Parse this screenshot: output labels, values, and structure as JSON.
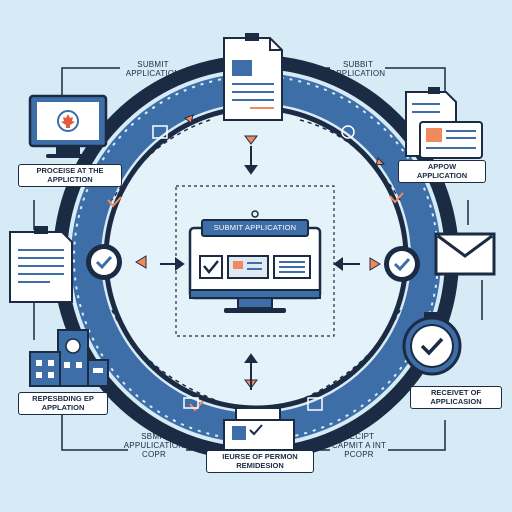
{
  "labels": {
    "top_left": "SUBMIT\nAPPLICATION",
    "top_right": "SUBBIT\nAPPLICATION",
    "left_upper": "PROCEISE AT THE\nAPPLICTION",
    "right_upper": "APPOW\nAPPLICATION",
    "left_lower": "REPESBDING EP\nAPPLATION",
    "right_lower": "RECEIVET OF\nAPPLICASION",
    "bottom_left": "SBMIT\nAPPULICATION\nCOPR",
    "bottom_right": "RECIPT\nCAPMIT A INT\nPCOPR",
    "bottom_center": "IEURSE OF PERMON\nREMIDESION",
    "center_banner": "SUBMIT APPLICATION"
  },
  "colors": {
    "background": "#d7ebf6",
    "ring_dark": "#1c2b44",
    "ring_mid": "#3e6ea8",
    "accent_orange": "#f08a5d",
    "screen_blue": "#3e6ea8"
  },
  "icons": [
    "document-icon",
    "monitor-icon",
    "canada-leaf-icon",
    "checkmark-icon",
    "envelope-icon",
    "clock-icon",
    "building-icon",
    "certificate-icon",
    "gear-icon",
    "arrow-icon"
  ]
}
